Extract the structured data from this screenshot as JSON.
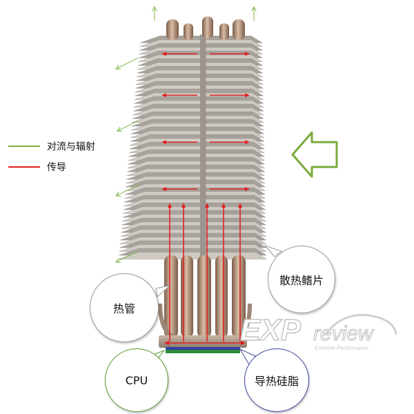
{
  "legend": {
    "convection_label": "对流与辐射",
    "conduction_label": "传导",
    "convection_color": "#7aaa3c",
    "conduction_color": "#e02020"
  },
  "labels": {
    "fins": "散热鳍片",
    "heatpipe": "热管",
    "cpu": "CPU",
    "thermal_paste": "导热硅脂"
  },
  "watermark": {
    "brand": "EXPreview",
    "tagline": "Extreme Performance"
  },
  "colors": {
    "fin_metal": "#b9b2ab",
    "pipe_copper": "#b48e72",
    "cpu_green": "#2e8b3a",
    "paste_blue": "#3340a0",
    "airflow_arrow": "#8fc05a"
  }
}
